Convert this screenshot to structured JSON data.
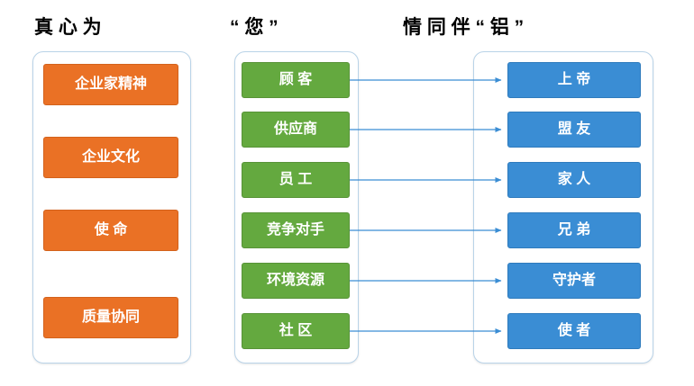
{
  "title": {
    "segment_1": "真 心 为",
    "segment_2": "“ 您 ”",
    "segment_3": "情 同 伴 “ 铝 ”"
  },
  "colors": {
    "orange": "#ea7125",
    "green": "#64a93f",
    "blue": "#3a8dd4",
    "frame_border": "#b9d3e8",
    "connector": "#3a8dd4",
    "title_text": "#000000",
    "box_text": "#ffffff"
  },
  "columns": {
    "left": {
      "name": "values-column",
      "boxes": [
        {
          "label": "企业家精神"
        },
        {
          "label": "企业文化"
        },
        {
          "label": "使 命"
        },
        {
          "label": "质量协同"
        }
      ]
    },
    "middle": {
      "name": "stakeholders-column",
      "boxes": [
        {
          "label": "顾 客"
        },
        {
          "label": "供应商"
        },
        {
          "label": "员 工"
        },
        {
          "label": "竞争对手"
        },
        {
          "label": "环境资源"
        },
        {
          "label": "社 区"
        }
      ]
    },
    "right": {
      "name": "roles-column",
      "boxes": [
        {
          "label": "上 帝"
        },
        {
          "label": "盟 友"
        },
        {
          "label": "家 人"
        },
        {
          "label": "兄 弟"
        },
        {
          "label": "守护者"
        },
        {
          "label": "使 者"
        }
      ]
    }
  },
  "connectors": {
    "count": 6,
    "description": "arrows from each middle box to the matching right box"
  }
}
